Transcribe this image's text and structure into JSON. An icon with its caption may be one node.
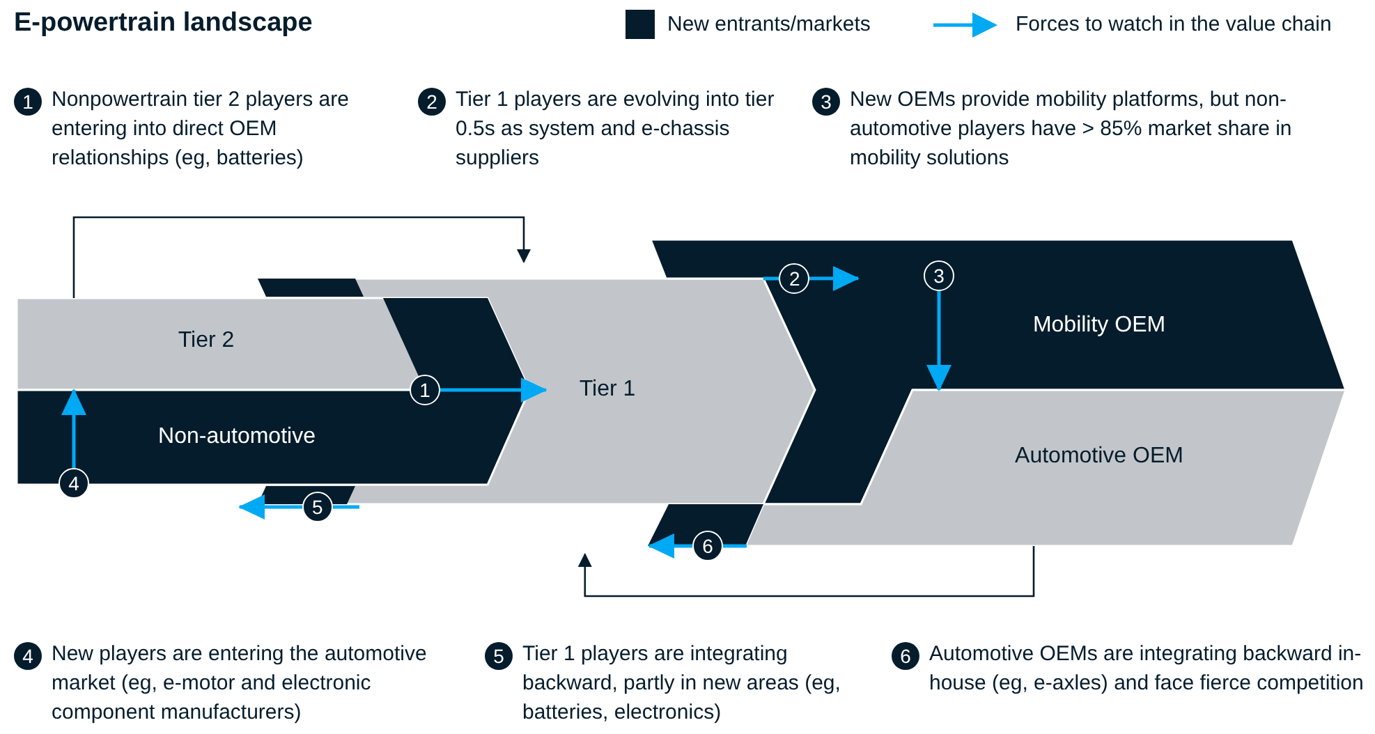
{
  "diagram": {
    "title": "E-powertrain landscape",
    "nodes": [
      {
        "text": [
          "Tier 2"
        ]
      },
      {
        "text": [
          "Non-automotive"
        ]
      },
      {
        "text": [
          "Tier 1"
        ]
      },
      {
        "text": [
          "Mobility OEM"
        ]
      },
      {
        "text": [
          "Automotive OEM"
        ]
      },
      {
        "text": [],
        "shape": "parallelogram"
      },
      {
        "text": [],
        "shape": "parallelogram"
      },
      {
        "text": [],
        "shape": "parallelogram"
      },
      {
        "text": [],
        "shape": "parallelogram"
      }
    ],
    "edges": [
      {
        "from": 5,
        "to": 2,
        "arrow": "to",
        "label": "1"
      },
      {
        "from": 2,
        "to": 3,
        "arrow": "to",
        "label": "2"
      },
      {
        "from": 3,
        "to": 4,
        "arrow": "to",
        "label": "3"
      },
      {
        "from": 1,
        "to": 0,
        "arrow": "to",
        "label": "4"
      },
      {
        "from": 2,
        "to": 1,
        "arrow": "to",
        "label": "5"
      },
      {
        "from": 4,
        "to": 8,
        "arrow": "to",
        "label": "6"
      },
      {
        "from": 0,
        "to": 2,
        "arrow": "to",
        "color": "#051c2c"
      },
      {
        "from": 4,
        "to": 2,
        "arrow": "to",
        "color": "#051c2c"
      }
    ],
    "labels": [
      "1",
      "Nonpowertrain tier 2 players are entering into direct OEM relationships (eg, batteries)",
      "2",
      "Tier 1 players are evolving into tier 0.5s as system and e-chassis suppliers",
      "3",
      "New OEMs provide mobility platforms, but non-automotive players have > 85% market share in mobility solutions",
      "4",
      "New players are entering the automotive market (eg, e-motor and electronic component manufacturers)",
      "5",
      "Tier 1 players are integrating backward, partly in new areas (eg, batteries, electronics)",
      "6",
      "Automotive OEMs are integrating backward in-house (eg, e-axles) and face fierce competition"
    ],
    "legend": [
      {
        "text": "New entrants/markets",
        "color": "#051c2c"
      },
      {
        "text": "Forces to watch in the value chain"
      }
    ]
  }
}
